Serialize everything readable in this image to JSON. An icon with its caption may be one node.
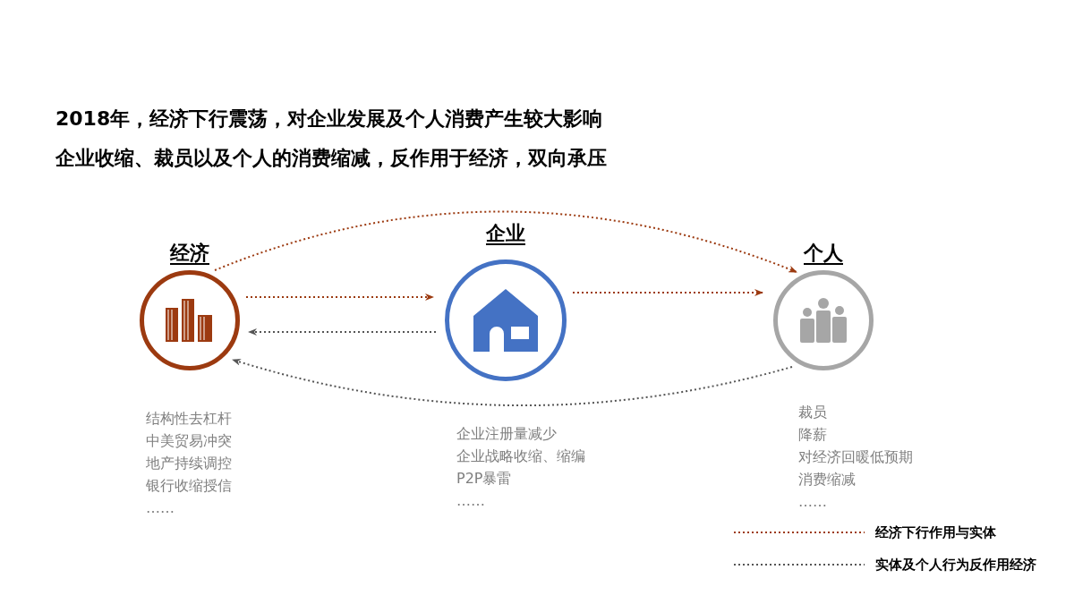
{
  "diagram": {
    "title": "2018年，经济下行震荡，对企业发展及个人消费产生较大影响",
    "nodes": [
      {
        "text": [
          "经济"
        ],
        "beside": [
          "结构性去杠杆",
          "中美贸易冲突",
          "地产持续调控",
          "银行收缩授信",
          "……"
        ]
      },
      {
        "text": [
          "企业"
        ],
        "beside": [
          "企业注册量减少",
          "企业战略收缩、缩编",
          "P2P暴雷",
          "……"
        ]
      },
      {
        "text": [
          "个人"
        ],
        "beside": [
          "裁员",
          "降薪",
          "对经济回暖低预期",
          "消费缩减",
          "……"
        ]
      }
    ],
    "edges": [
      {
        "from": 0,
        "to": 2,
        "arrow": "to",
        "style": "dashed"
      },
      {
        "from": 0,
        "to": 1,
        "arrow": "to",
        "style": "dashed"
      },
      {
        "from": 1,
        "to": 2,
        "arrow": "to",
        "style": "dashed"
      },
      {
        "from": 1,
        "to": 0,
        "arrow": "to",
        "style": "dashed",
        "color": "#555555"
      },
      {
        "from": 2,
        "to": 0,
        "arrow": "to",
        "style": "dashed",
        "color": "#555555"
      }
    ],
    "labels": [
      "企业收缩、裁员以及个人的消费缩减，反作用于经济，双向承压"
    ],
    "legend": [
      {
        "text": "经济下行作用与实体"
      },
      {
        "text": "实体及个人行为反作用经济"
      }
    ]
  }
}
